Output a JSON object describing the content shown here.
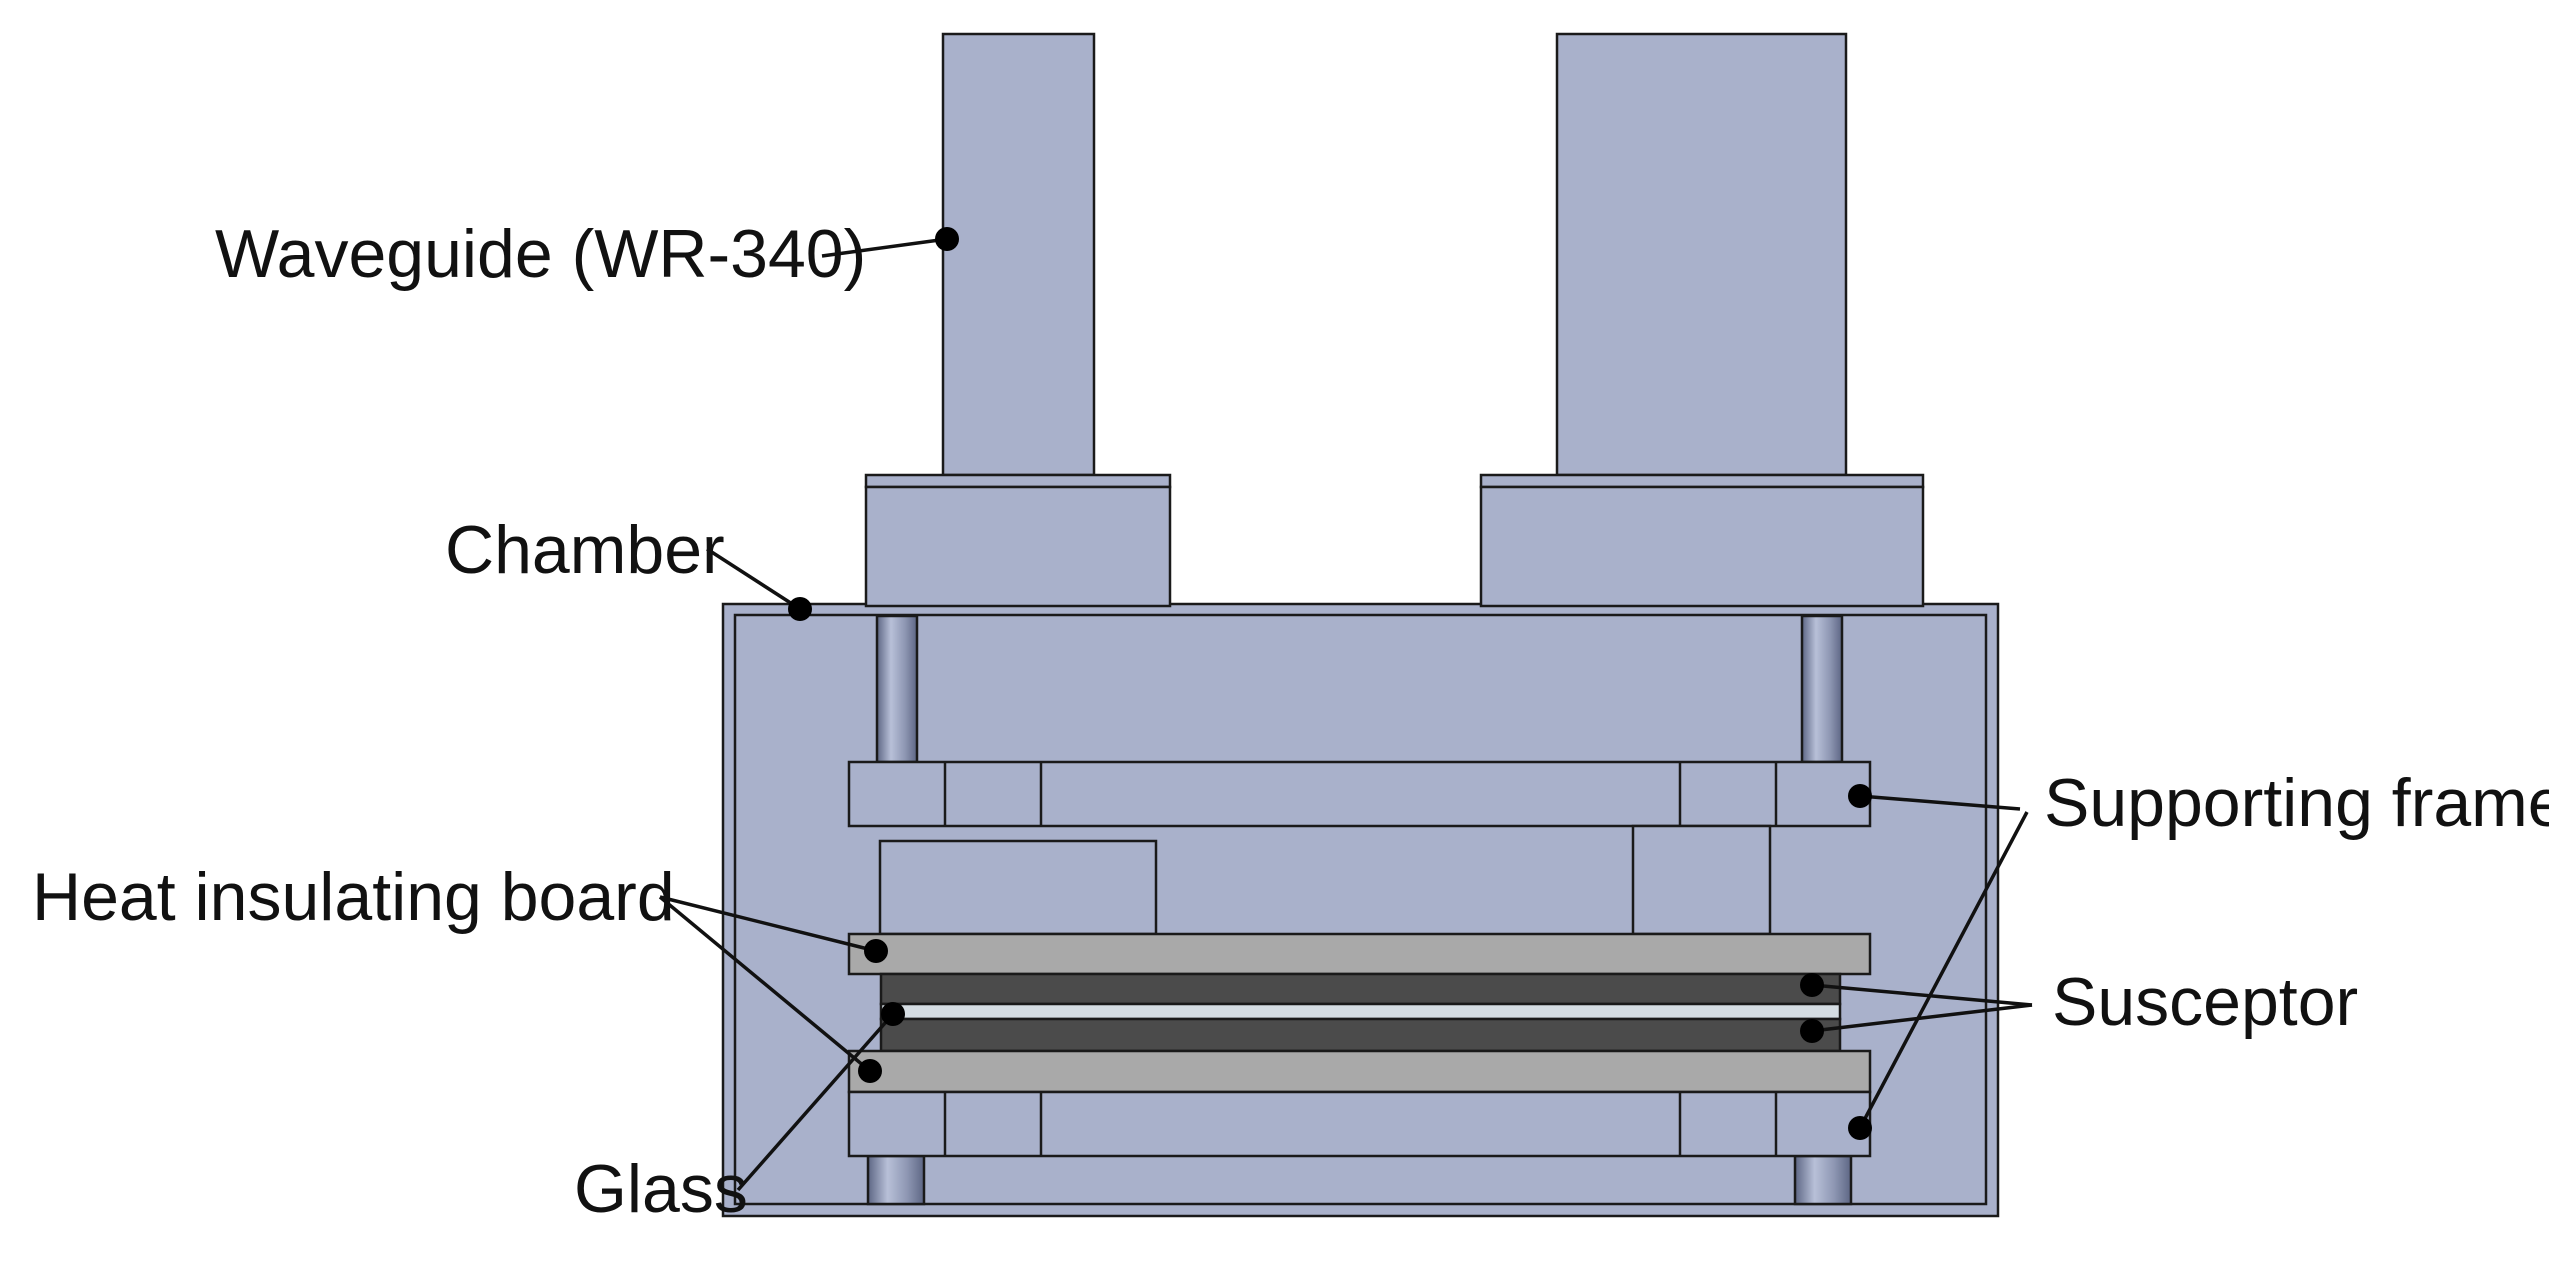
{
  "diagram": {
    "labels": {
      "waveguide": "Waveguide (WR-340)",
      "chamber": "Chamber",
      "supporting_frame": "Supporting frame",
      "heat_insulating_board": "Heat insulating board",
      "susceptor": "Susceptor",
      "glass": "Glass"
    },
    "colors": {
      "body": "#a9b1cb",
      "heat_insulating_board": "#a9a9a9",
      "susceptor": "#4b4b4b",
      "glass": "#d5dde3",
      "outline": "#1a1a1a"
    }
  }
}
